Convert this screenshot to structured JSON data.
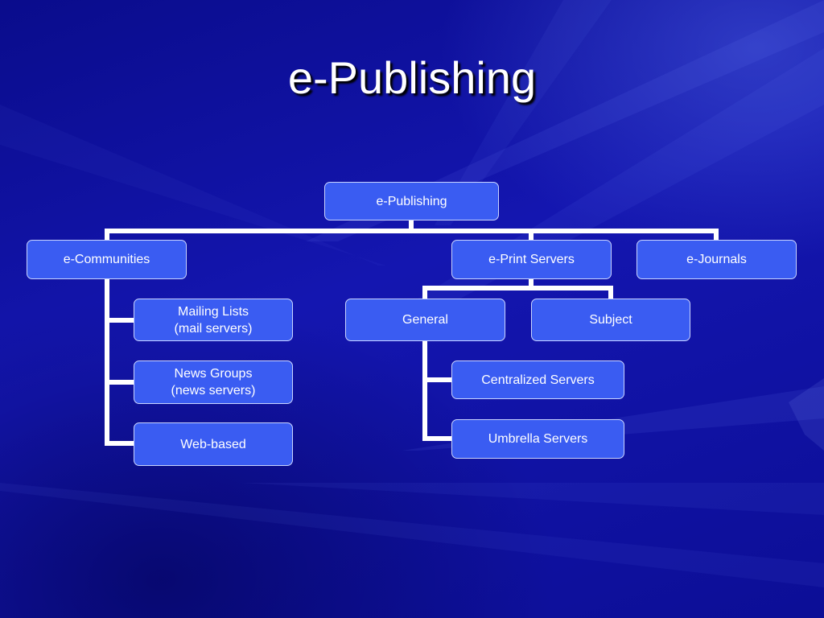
{
  "slide": {
    "title": "e-Publishing"
  },
  "org_chart": {
    "root": {
      "label": "e-Publishing"
    },
    "branches": {
      "communities": {
        "label": "e-Communities",
        "children": [
          {
            "line1": "Mailing Lists",
            "line2": "(mail servers)"
          },
          {
            "line1": "News Groups",
            "line2": "(news servers)"
          },
          {
            "line1": "Web-based"
          }
        ]
      },
      "print_servers": {
        "label": "e-Print Servers",
        "general": {
          "label": "General",
          "children": [
            {
              "label": "Centralized Servers"
            },
            {
              "label": "Umbrella Servers"
            }
          ]
        },
        "subject": {
          "label": "Subject"
        }
      },
      "journals": {
        "label": "e-Journals"
      }
    }
  },
  "colors": {
    "box_fill": "#3a5cf2",
    "box_border": "#c9d4ff",
    "connector": "#ffffff",
    "background": "#1416b0"
  }
}
